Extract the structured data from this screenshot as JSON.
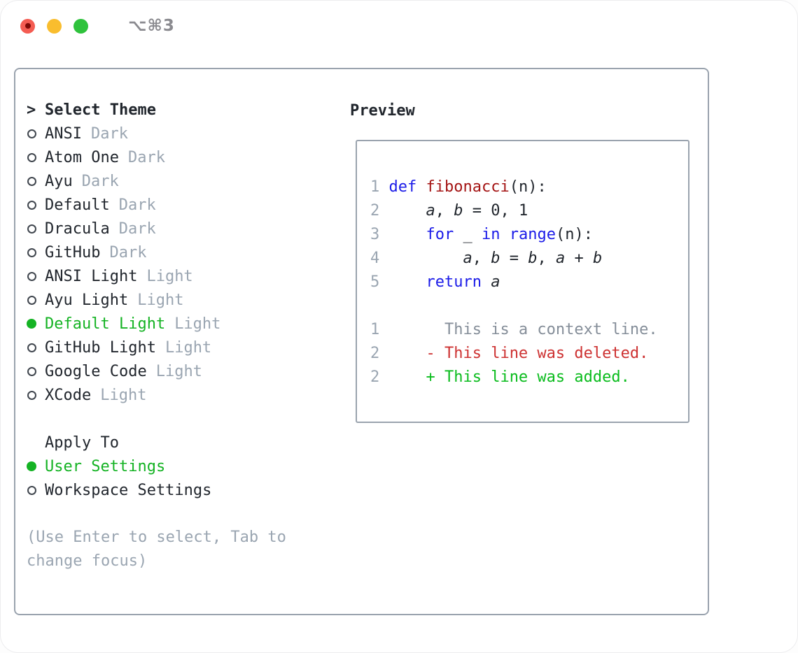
{
  "window": {
    "title": "⌥⌘3"
  },
  "colors": {
    "ui_selected_green": "#15b324",
    "diff_added_green": "#0abc1d",
    "diff_deleted_red": "#cd3131",
    "keyword_blue": "#1b1be8",
    "function_name_red": "#a41414",
    "muted_gray": "#9aa5b1",
    "context_gray": "#858e99",
    "text_dark": "#21262d",
    "panel_border": "#9aa3ae",
    "traffic_red": "#f45c52",
    "traffic_yellow": "#f9bd2e",
    "traffic_green": "#2fc23c"
  },
  "theme_panel": {
    "header": {
      "prefix": ">",
      "label": "Select Theme"
    },
    "items": [
      {
        "name": "ANSI",
        "tag": "Dark",
        "selected": false
      },
      {
        "name": "Atom One",
        "tag": "Dark",
        "selected": false
      },
      {
        "name": "Ayu",
        "tag": "Dark",
        "selected": false
      },
      {
        "name": "Default",
        "tag": "Dark",
        "selected": false
      },
      {
        "name": "Dracula",
        "tag": "Dark",
        "selected": false
      },
      {
        "name": "GitHub",
        "tag": "Dark",
        "selected": false
      },
      {
        "name": "ANSI Light",
        "tag": "Light",
        "selected": false
      },
      {
        "name": "Ayu Light",
        "tag": "Light",
        "selected": false
      },
      {
        "name": "Default Light",
        "tag": "Light",
        "selected": true
      },
      {
        "name": "GitHub Light",
        "tag": "Light",
        "selected": false
      },
      {
        "name": "Google Code",
        "tag": "Light",
        "selected": false
      },
      {
        "name": "XCode",
        "tag": "Light",
        "selected": false
      }
    ],
    "apply_to": {
      "label": "Apply To",
      "options": [
        {
          "name": "User Settings",
          "selected": true
        },
        {
          "name": "Workspace Settings",
          "selected": false
        }
      ]
    },
    "help": [
      "(Use Enter to select, Tab to",
      "change focus)"
    ]
  },
  "preview": {
    "label": "Preview",
    "lines": [
      {
        "name": "code-line-1",
        "tokens": [
          [
            "1",
            "num"
          ],
          [
            " ",
            "pl"
          ],
          [
            "def",
            "kw"
          ],
          [
            " ",
            "pl"
          ],
          [
            "fibonacci",
            "fn"
          ],
          [
            "(n):",
            "pl"
          ]
        ]
      },
      {
        "name": "code-line-2",
        "tokens": [
          [
            "2",
            "num"
          ],
          [
            "     ",
            "pl"
          ],
          [
            "a",
            "var"
          ],
          [
            ", ",
            "pl"
          ],
          [
            "b",
            "var"
          ],
          [
            " = 0, 1",
            "pl"
          ]
        ]
      },
      {
        "name": "code-line-3",
        "tokens": [
          [
            "3",
            "num"
          ],
          [
            "     ",
            "pl"
          ],
          [
            "for",
            "kw"
          ],
          [
            " _ ",
            "pl"
          ],
          [
            "in",
            "kw"
          ],
          [
            " ",
            "pl"
          ],
          [
            "range",
            "kw"
          ],
          [
            "(n):",
            "pl"
          ]
        ]
      },
      {
        "name": "code-line-4",
        "tokens": [
          [
            "4",
            "num"
          ],
          [
            "         ",
            "pl"
          ],
          [
            "a",
            "var"
          ],
          [
            ", ",
            "pl"
          ],
          [
            "b",
            "var"
          ],
          [
            " = ",
            "pl"
          ],
          [
            "b",
            "var"
          ],
          [
            ", ",
            "pl"
          ],
          [
            "a",
            "var"
          ],
          [
            " + ",
            "pl"
          ],
          [
            "b",
            "var"
          ]
        ]
      },
      {
        "name": "code-line-5",
        "tokens": [
          [
            "5",
            "num"
          ],
          [
            "     ",
            "pl"
          ],
          [
            "return",
            "kw"
          ],
          [
            " ",
            "pl"
          ],
          [
            "a",
            "var"
          ]
        ]
      },
      {
        "name": "blank-line",
        "tokens": []
      },
      {
        "name": "diff-context-line",
        "tokens": [
          [
            "1",
            "num"
          ],
          [
            "       ",
            "pl"
          ],
          [
            "This is a context line.",
            "ctx"
          ]
        ]
      },
      {
        "name": "diff-deleted-line",
        "tokens": [
          [
            "2",
            "num"
          ],
          [
            "     ",
            "pl"
          ],
          [
            "- This line was deleted.",
            "del"
          ]
        ]
      },
      {
        "name": "diff-added-line",
        "tokens": [
          [
            "2",
            "num"
          ],
          [
            "     ",
            "pl"
          ],
          [
            "+ This line was added.",
            "add"
          ]
        ]
      }
    ]
  }
}
